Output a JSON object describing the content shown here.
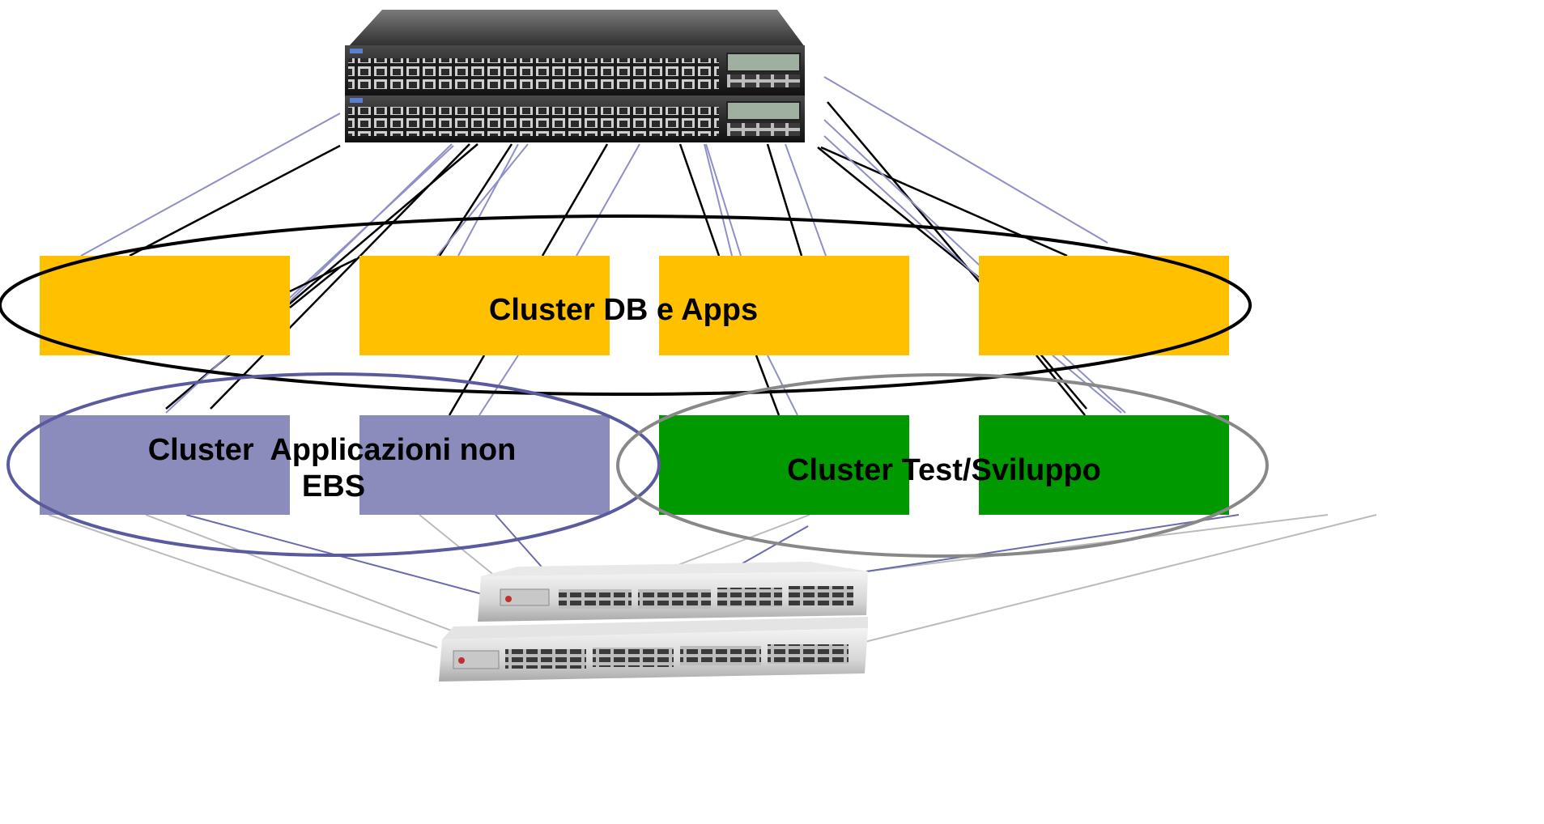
{
  "diagram": {
    "cluster_db_apps": {
      "label": "Cluster DB e Apps"
    },
    "cluster_non_ebs": {
      "label_line1": "Cluster  Applicazioni non",
      "label_line2": "EBS"
    },
    "cluster_test": {
      "label": "Cluster Test/Sviluppo"
    }
  },
  "colors": {
    "db_apps_box": "#FFC000",
    "non_ebs_box": "#8B8BBC",
    "test_box": "#009900",
    "lan_link_black": "#000000",
    "lan_link_blue": "#8F8FC8",
    "san_link_grey": "#BBBBBB",
    "san_link_blue": "#6A6AAE",
    "non_ebs_ellipse": "#5A5A9E",
    "test_ellipse": "#888888"
  },
  "devices": {
    "top": "ethernet-switch-stack",
    "bottom": "fibre-channel-switch-stack"
  }
}
